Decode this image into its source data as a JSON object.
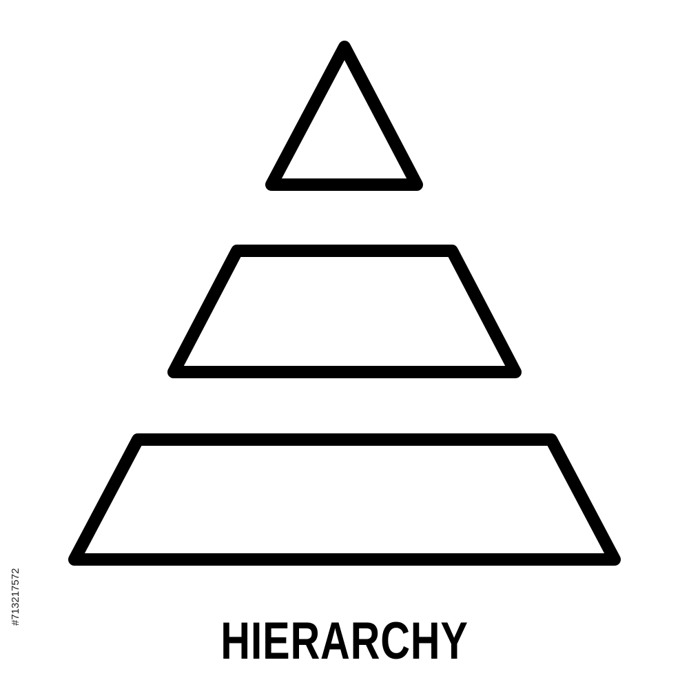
{
  "caption": "HIERARCHY",
  "stock_id": "#713217572",
  "icon": {
    "name": "hierarchy-pyramid-icon",
    "stroke_color": "#000000",
    "fill_color": "#ffffff",
    "tiers": 3
  }
}
